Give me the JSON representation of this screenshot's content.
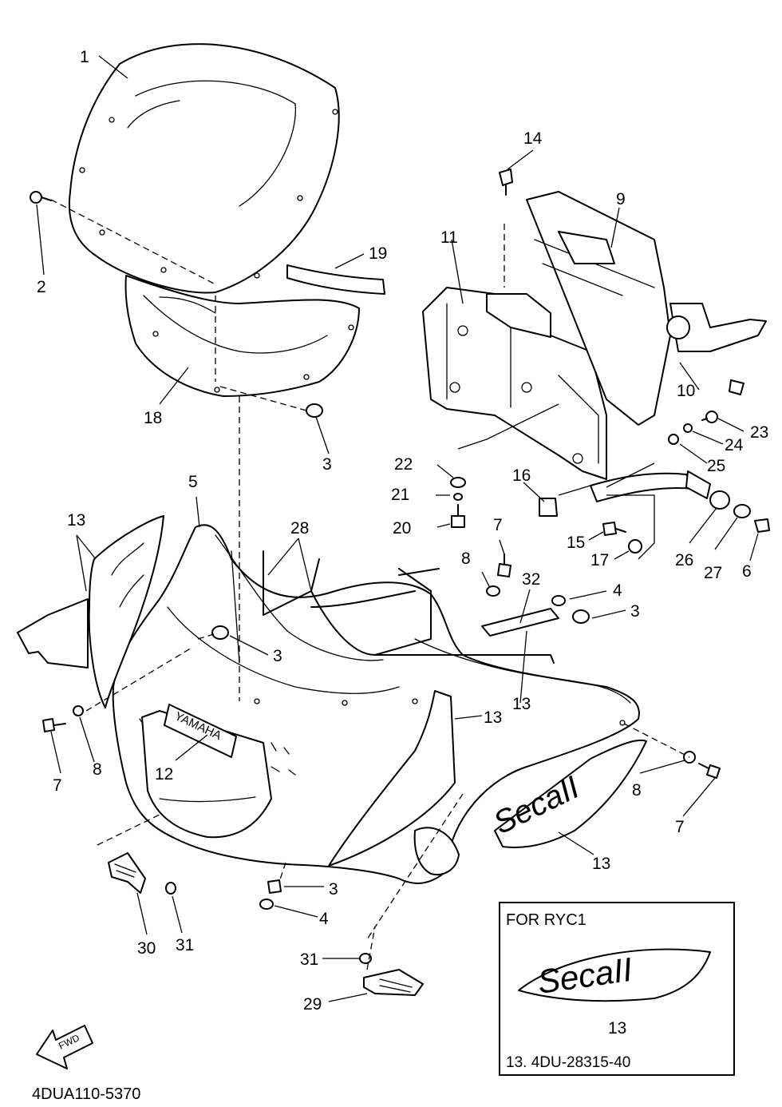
{
  "callouts": [
    {
      "id": "c1",
      "text": "1"
    },
    {
      "id": "c2",
      "text": "2"
    },
    {
      "id": "c3a",
      "text": "3"
    },
    {
      "id": "c3b",
      "text": "3"
    },
    {
      "id": "c3c",
      "text": "3"
    },
    {
      "id": "c3d",
      "text": "3"
    },
    {
      "id": "c4a",
      "text": "4"
    },
    {
      "id": "c4b",
      "text": "4"
    },
    {
      "id": "c5",
      "text": "5"
    },
    {
      "id": "c6",
      "text": "6"
    },
    {
      "id": "c7a",
      "text": "7"
    },
    {
      "id": "c7b",
      "text": "7"
    },
    {
      "id": "c7c",
      "text": "7"
    },
    {
      "id": "c8a",
      "text": "8"
    },
    {
      "id": "c8b",
      "text": "8"
    },
    {
      "id": "c8c",
      "text": "8"
    },
    {
      "id": "c9",
      "text": "9"
    },
    {
      "id": "c10",
      "text": "10"
    },
    {
      "id": "c11",
      "text": "11"
    },
    {
      "id": "c12",
      "text": "12"
    },
    {
      "id": "c13a",
      "text": "13"
    },
    {
      "id": "c13b",
      "text": "13"
    },
    {
      "id": "c13c",
      "text": "13"
    },
    {
      "id": "c13d",
      "text": "13"
    },
    {
      "id": "c13e",
      "text": "13"
    },
    {
      "id": "c14",
      "text": "14"
    },
    {
      "id": "c15",
      "text": "15"
    },
    {
      "id": "c16",
      "text": "16"
    },
    {
      "id": "c17",
      "text": "17"
    },
    {
      "id": "c18",
      "text": "18"
    },
    {
      "id": "c19",
      "text": "19"
    },
    {
      "id": "c20",
      "text": "20"
    },
    {
      "id": "c21",
      "text": "21"
    },
    {
      "id": "c22",
      "text": "22"
    },
    {
      "id": "c23",
      "text": "23"
    },
    {
      "id": "c24",
      "text": "24"
    },
    {
      "id": "c25",
      "text": "25"
    },
    {
      "id": "c26",
      "text": "26"
    },
    {
      "id": "c27",
      "text": "27"
    },
    {
      "id": "c28",
      "text": "28"
    },
    {
      "id": "c29",
      "text": "29"
    },
    {
      "id": "c30",
      "text": "30"
    },
    {
      "id": "c31a",
      "text": "31"
    },
    {
      "id": "c31b",
      "text": "31"
    },
    {
      "id": "c32",
      "text": "32"
    }
  ],
  "inset": {
    "title": "FOR RYC1",
    "decal_text": "SecaII",
    "part_label": "13",
    "part_number": "13.  4DU-28315-40"
  },
  "decals": {
    "brand": "YAMAHA",
    "model": "SecaII"
  },
  "fwd_label": "FWD",
  "diagram_code": "4DUA110-5370"
}
